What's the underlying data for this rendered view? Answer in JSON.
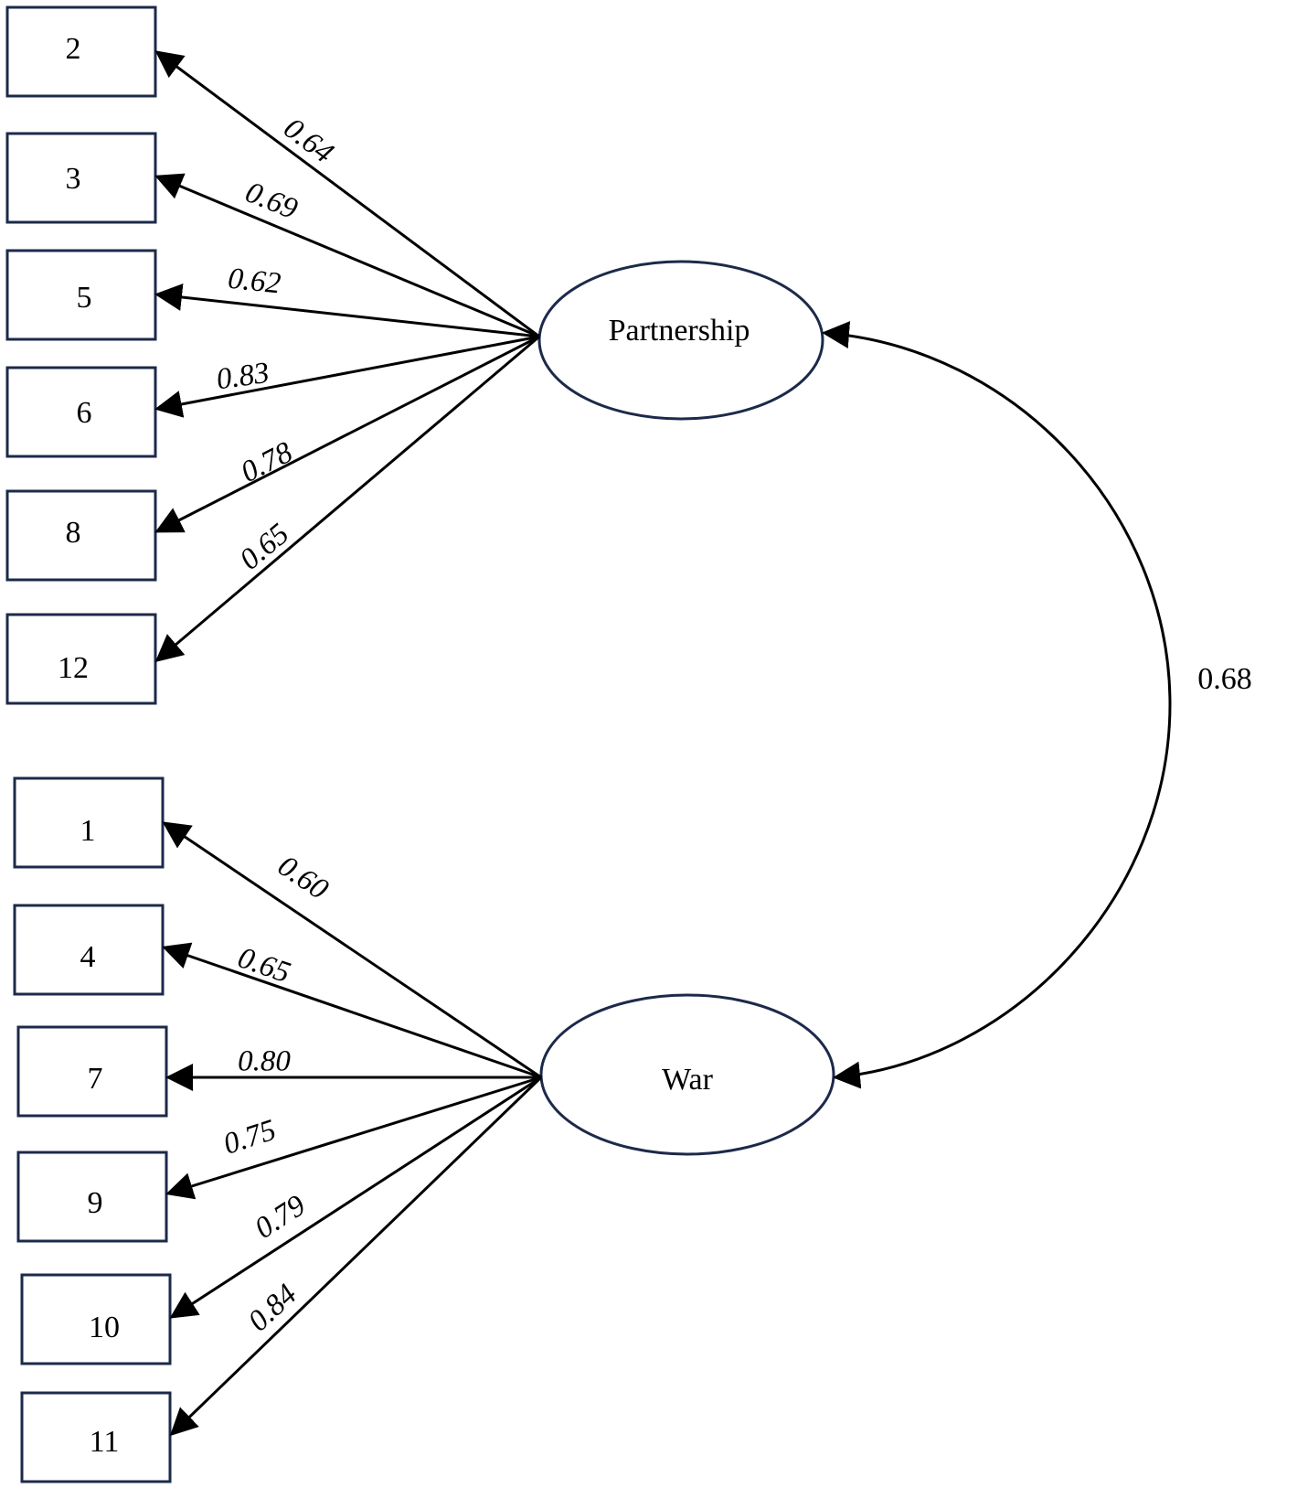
{
  "factors": [
    {
      "id": "partnership",
      "name": "Partnership",
      "items": [
        {
          "label": "2",
          "loading": "0.64"
        },
        {
          "label": "3",
          "loading": "0.69"
        },
        {
          "label": "5",
          "loading": "0.62"
        },
        {
          "label": "6",
          "loading": "0.83"
        },
        {
          "label": "8",
          "loading": "0.78"
        },
        {
          "label": "12",
          "loading": "0.65"
        }
      ]
    },
    {
      "id": "war",
      "name": "War",
      "items": [
        {
          "label": "1",
          "loading": "0.60"
        },
        {
          "label": "4",
          "loading": "0.65"
        },
        {
          "label": "7",
          "loading": "0.80"
        },
        {
          "label": "9",
          "loading": "0.75"
        },
        {
          "label": "10",
          "loading": "0.79"
        },
        {
          "label": "11",
          "loading": "0.84"
        }
      ]
    }
  ],
  "correlation": "0.68",
  "colors": {
    "shape_stroke": "#1c2a4a",
    "arrow": "#000000"
  }
}
